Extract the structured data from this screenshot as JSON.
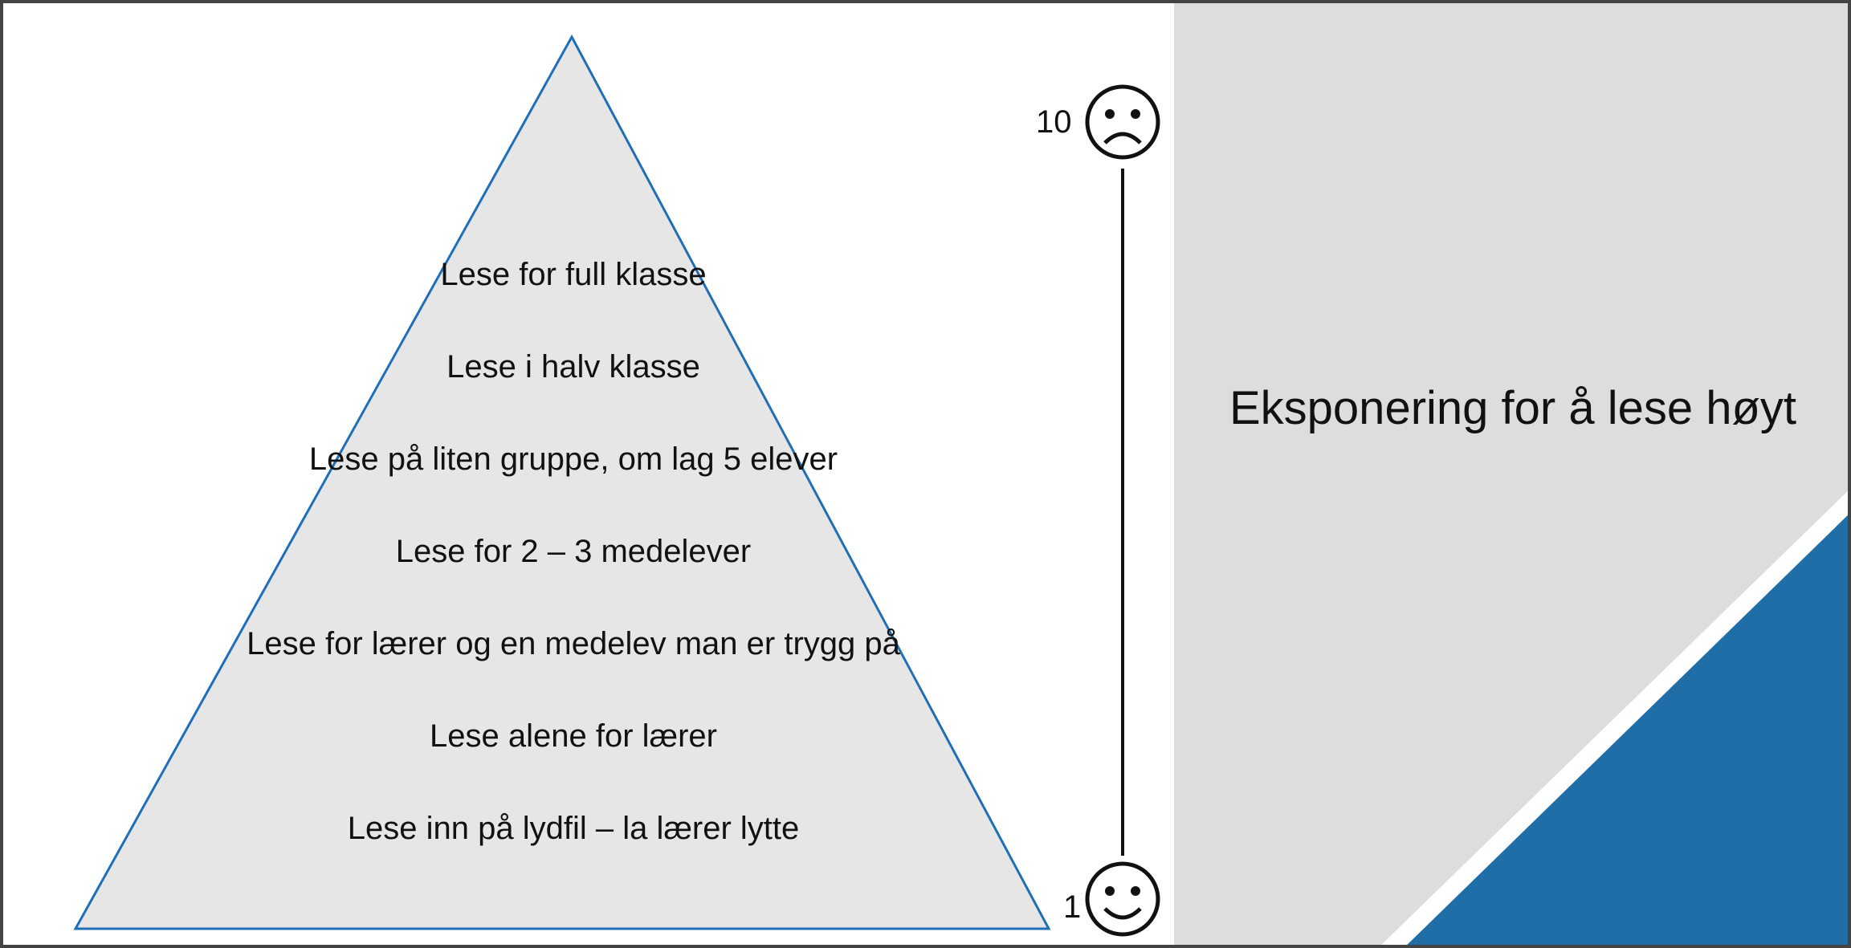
{
  "colors": {
    "pyramid_fill": "#e6e6e6",
    "pyramid_stroke": "#1f6fb8",
    "panel_bg": "#dddddd",
    "corner_accent": "#1f6ea8"
  },
  "pyramid": {
    "levels": [
      {
        "label": "Lese for full klasse"
      },
      {
        "label": "Lese i halv klasse"
      },
      {
        "label": "Lese på liten gruppe, om lag 5 elever"
      },
      {
        "label": "Lese for 2 – 3 medelever"
      },
      {
        "label": "Lese for lærer og en medelev man er trygg på"
      },
      {
        "label": "Lese alene for lærer"
      },
      {
        "label": "Lese inn på lydfil – la lærer lytte"
      }
    ]
  },
  "scale": {
    "top_value": "10",
    "top_icon": "sad-face-icon",
    "bottom_value": "1",
    "bottom_icon": "happy-face-icon"
  },
  "panel": {
    "title": "Eksponering for å lese høyt"
  }
}
